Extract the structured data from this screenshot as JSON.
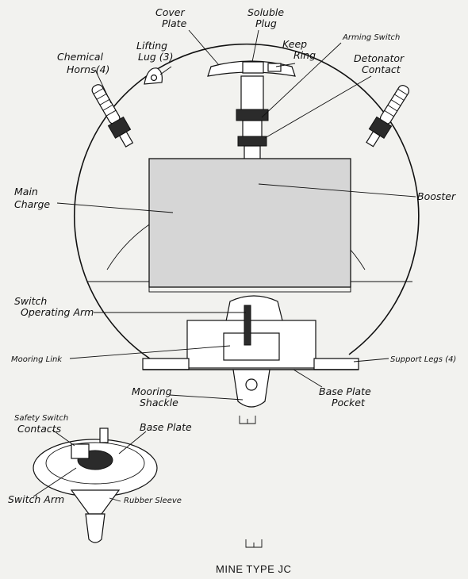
{
  "diagram": {
    "title": "MINE TYPE JC",
    "labels": {
      "cover_plate": [
        "Cover",
        "Plate"
      ],
      "soluble_plug": [
        "Soluble",
        "Plug"
      ],
      "arming_switch": "Arming Switch",
      "keep_ring": [
        "Keep",
        "Ring"
      ],
      "lifting_lug": [
        "Lifting",
        "Lug (3)"
      ],
      "chemical_horns": [
        "Chemical",
        "Horns(4)"
      ],
      "detonator_contact": [
        "Detonator",
        "Contact"
      ],
      "main_charge": [
        "Main",
        "Charge"
      ],
      "booster": "Booster",
      "switch_operating_arm": [
        "Switch",
        "Operating Arm"
      ],
      "mooring_link": "Mooring Link",
      "support_legs": "Support Legs (4)",
      "mooring_shackle": [
        "Mooring",
        "Shackle"
      ],
      "base_plate_pocket": [
        "Base Plate",
        "Pocket"
      ],
      "safety_switch_contacts": [
        "Safety Switch",
        "Contacts"
      ],
      "base_plate": "Base Plate",
      "switch_arm": "Switch Arm",
      "rubber_sleeve": "Rubber Sleeve"
    },
    "colors": {
      "ink": "#111111",
      "paper": "#f2f2ef",
      "charge": "#d6d6d6"
    }
  }
}
